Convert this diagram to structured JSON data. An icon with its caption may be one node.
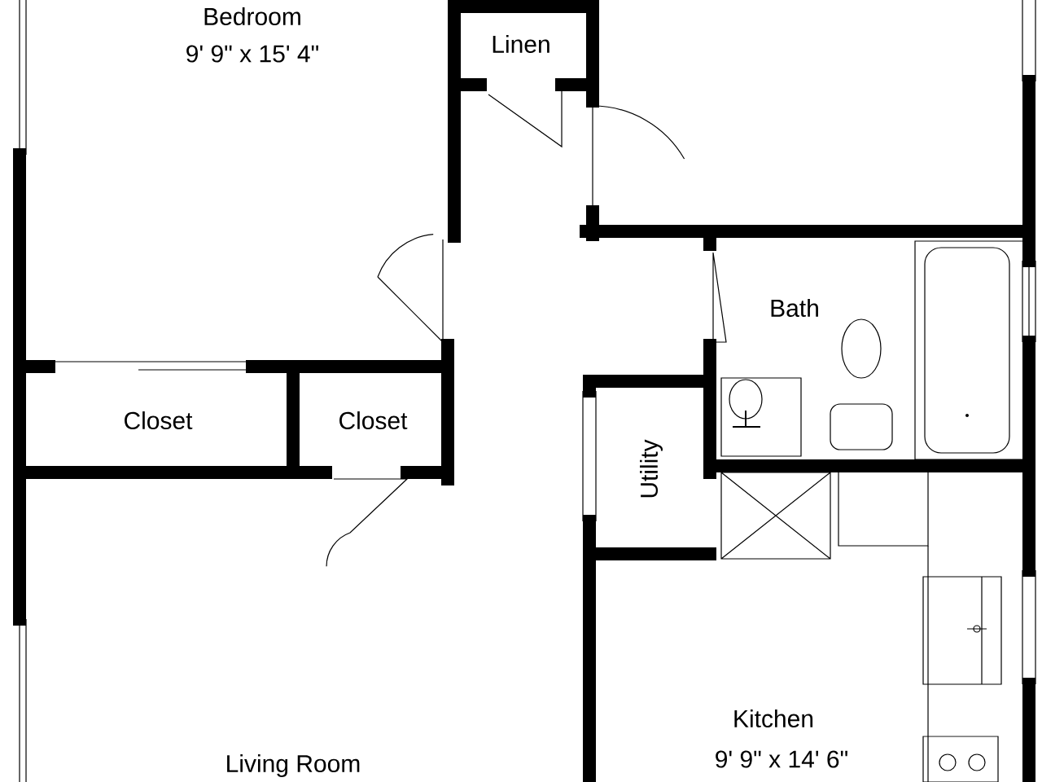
{
  "diagram": {
    "labels": [
      "Bedroom",
      "9' 9\" x 15' 4\"",
      "Linen",
      "Closet",
      "Closet",
      "Bath",
      "Utility",
      "Kitchen",
      "9' 9\" x 14' 6\"",
      "Living Room"
    ]
  }
}
